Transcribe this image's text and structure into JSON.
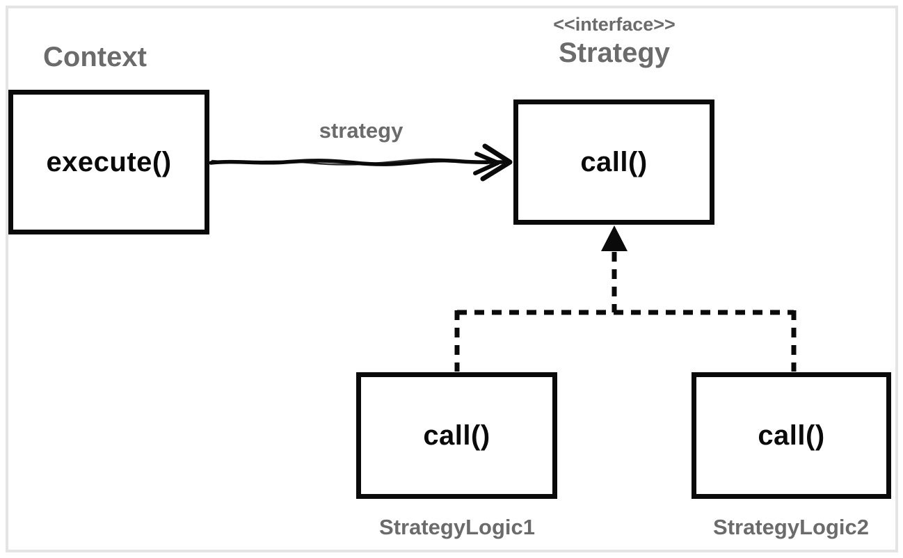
{
  "diagram": {
    "title_hint": "Strategy pattern UML class diagram",
    "context": {
      "title": "Context",
      "method": "execute()"
    },
    "strategy": {
      "stereotype": "<<interface>>",
      "title": "Strategy",
      "method": "call()"
    },
    "association": {
      "label": "strategy",
      "style": "hand-drawn solid line with open arrowhead",
      "from": "Context.execute()",
      "to": "Strategy.call()"
    },
    "implementations": [
      {
        "title": "StrategyLogic1",
        "method": "call()"
      },
      {
        "title": "StrategyLogic2",
        "method": "call()"
      }
    ],
    "realization": {
      "style": "dashed lines with hollow-filled triangle arrowhead pointing to Strategy"
    }
  },
  "colors": {
    "background": "#ffffff",
    "frame_border": "#e4e4e4",
    "box_border": "#0a0a0a",
    "method_text": "#0a0a0a",
    "label_gray": "#6b6b6b"
  }
}
